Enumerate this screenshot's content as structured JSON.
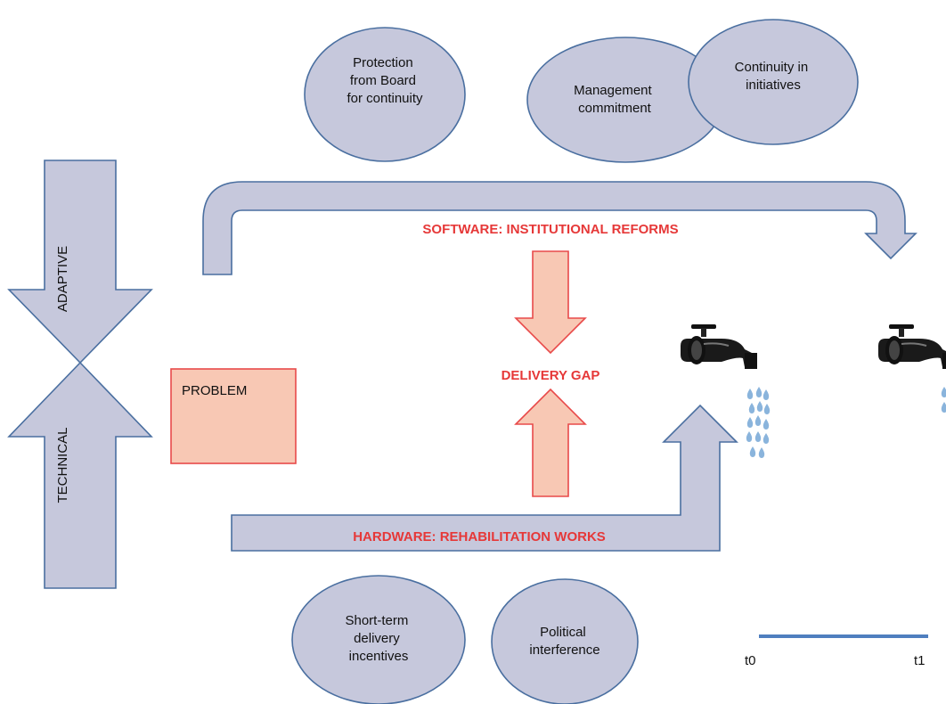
{
  "ellipses": {
    "protection": [
      "Protection",
      "from Board",
      "for continuity"
    ],
    "management": [
      "Management",
      "commitment"
    ],
    "continuity": [
      "Continuity in",
      "initiatives"
    ],
    "short_term": [
      "Short-term",
      "delivery",
      "incentives"
    ],
    "political": [
      "Political",
      "interference"
    ]
  },
  "labels": {
    "software": "SOFTWARE: INSTITUTIONAL REFORMS",
    "hardware": "HARDWARE: REHABILITATION WORKS",
    "delivery_gap": "DELIVERY GAP",
    "problem": "PROBLEM",
    "adaptive": "ADAPTIVE",
    "technical": "TECHNICAL"
  },
  "timeline": {
    "start": "t0",
    "end": "t1"
  },
  "colors": {
    "ellipse_fill": "#c6c8dc",
    "outline_blue": "#4a6fa0",
    "pink_fill": "#f8c8b4",
    "red": "#e63838",
    "timeline": "#4f7fbf",
    "drop": "#8ab4dc"
  },
  "icons": [
    "tap-icon",
    "tap-icon"
  ]
}
